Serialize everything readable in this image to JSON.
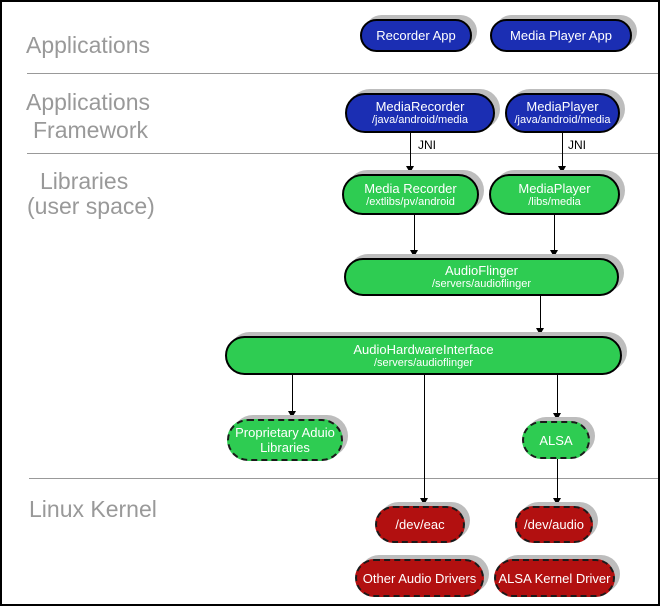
{
  "sections": {
    "applications": {
      "label": "Applications"
    },
    "framework": {
      "line1": "Applications",
      "line2": "Framework"
    },
    "libraries": {
      "line1": "Libraries",
      "line2": "(user space)"
    },
    "kernel": {
      "label": "Linux Kernel"
    }
  },
  "annotations": {
    "jni_left": "JNI",
    "jni_right": "JNI"
  },
  "nodes": {
    "recorder_app": {
      "title": "Recorder App"
    },
    "media_player_app": {
      "title": "Media Player App"
    },
    "media_recorder_fw": {
      "title": "MediaRecorder",
      "subtitle": "/java/android/media"
    },
    "media_player_fw": {
      "title": "MediaPlayer",
      "subtitle": "/java/android/media"
    },
    "media_recorder_lib": {
      "title": "Media Recorder",
      "subtitle": "/extlibs/pv/android"
    },
    "media_player_lib": {
      "title": "MediaPlayer",
      "subtitle": "/libs/media"
    },
    "audioflinger": {
      "title": "AudioFlinger",
      "subtitle": "/servers/audioflinger"
    },
    "audio_hardware_interface": {
      "title": "AudioHardwareInterface",
      "subtitle": "/servers/audioflinger"
    },
    "proprietary_audio_libs": {
      "title": "Proprietary Aduio Libraries"
    },
    "alsa": {
      "title": "ALSA"
    },
    "dev_eac": {
      "title": "/dev/eac"
    },
    "dev_audio": {
      "title": "/dev/audio"
    },
    "other_audio_drivers": {
      "title": "Other Audio Drivers"
    },
    "alsa_kernel_driver": {
      "title": "ALSA Kernel Driver"
    }
  },
  "colors": {
    "app_blue": "#1b2eb3",
    "library_green": "#2ecc52",
    "kernel_red": "#b21010",
    "shadow_gray": "#bdbdbd",
    "label_gray": "#999999",
    "divider_gray": "#999999"
  }
}
